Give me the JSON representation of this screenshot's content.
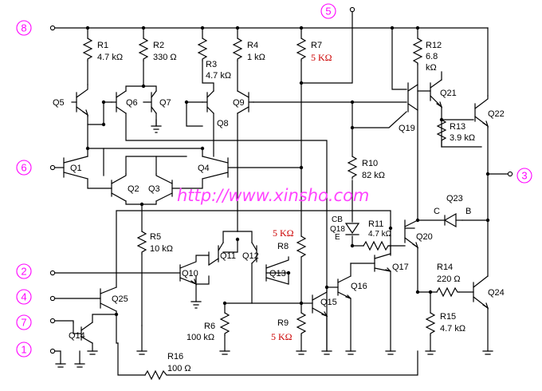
{
  "watermark": "http://www.xinsho.com",
  "pins": [
    {
      "id": "pin-8",
      "label": "8"
    },
    {
      "id": "pin-5",
      "label": "5"
    },
    {
      "id": "pin-6",
      "label": "6"
    },
    {
      "id": "pin-3",
      "label": "3"
    },
    {
      "id": "pin-2",
      "label": "2"
    },
    {
      "id": "pin-4",
      "label": "4"
    },
    {
      "id": "pin-7",
      "label": "7"
    },
    {
      "id": "pin-1",
      "label": "1"
    }
  ],
  "resistors": [
    {
      "id": "R1",
      "name": "R1",
      "value": "4.7 kΩ"
    },
    {
      "id": "R2",
      "name": "R2",
      "value": "330 Ω"
    },
    {
      "id": "R3",
      "name": "R3",
      "value": "4.7 kΩ"
    },
    {
      "id": "R4",
      "name": "R4",
      "value": "1 kΩ"
    },
    {
      "id": "R7",
      "name": "R7",
      "value": "5 KΩ"
    },
    {
      "id": "R12",
      "name": "R12",
      "value": "6.8",
      "value2": "kΩ"
    },
    {
      "id": "R13",
      "name": "R13",
      "value": "3.9 kΩ"
    },
    {
      "id": "R10",
      "name": "R10",
      "value": "82 kΩ"
    },
    {
      "id": "R11",
      "name": "R11",
      "value": "4.7 kΩ"
    },
    {
      "id": "R5",
      "name": "R5",
      "value": "10 kΩ"
    },
    {
      "id": "R8",
      "name": "R8",
      "value": "5 KΩ"
    },
    {
      "id": "R6",
      "name": "R6",
      "value": "100 kΩ"
    },
    {
      "id": "R9",
      "name": "R9",
      "value": "5 KΩ"
    },
    {
      "id": "R14",
      "name": "R14",
      "value": "220 Ω"
    },
    {
      "id": "R15",
      "name": "R15",
      "value": "4.7 kΩ"
    },
    {
      "id": "R16",
      "name": "R16",
      "value": "100 Ω"
    }
  ],
  "transistors": [
    "Q5",
    "Q6",
    "Q7",
    "Q8",
    "Q9",
    "Q19",
    "Q21",
    "Q22",
    "Q1",
    "Q2",
    "Q3",
    "Q4",
    "Q23",
    "Q18",
    "Q20",
    "Q11",
    "Q12",
    "Q13",
    "Q10",
    "Q17",
    "Q16",
    "Q15",
    "Q25",
    "Q14",
    "Q24"
  ],
  "q18_terminals": {
    "cb": "CB",
    "e": "E"
  },
  "q23_terminals": {
    "c": "C",
    "b": "B"
  }
}
